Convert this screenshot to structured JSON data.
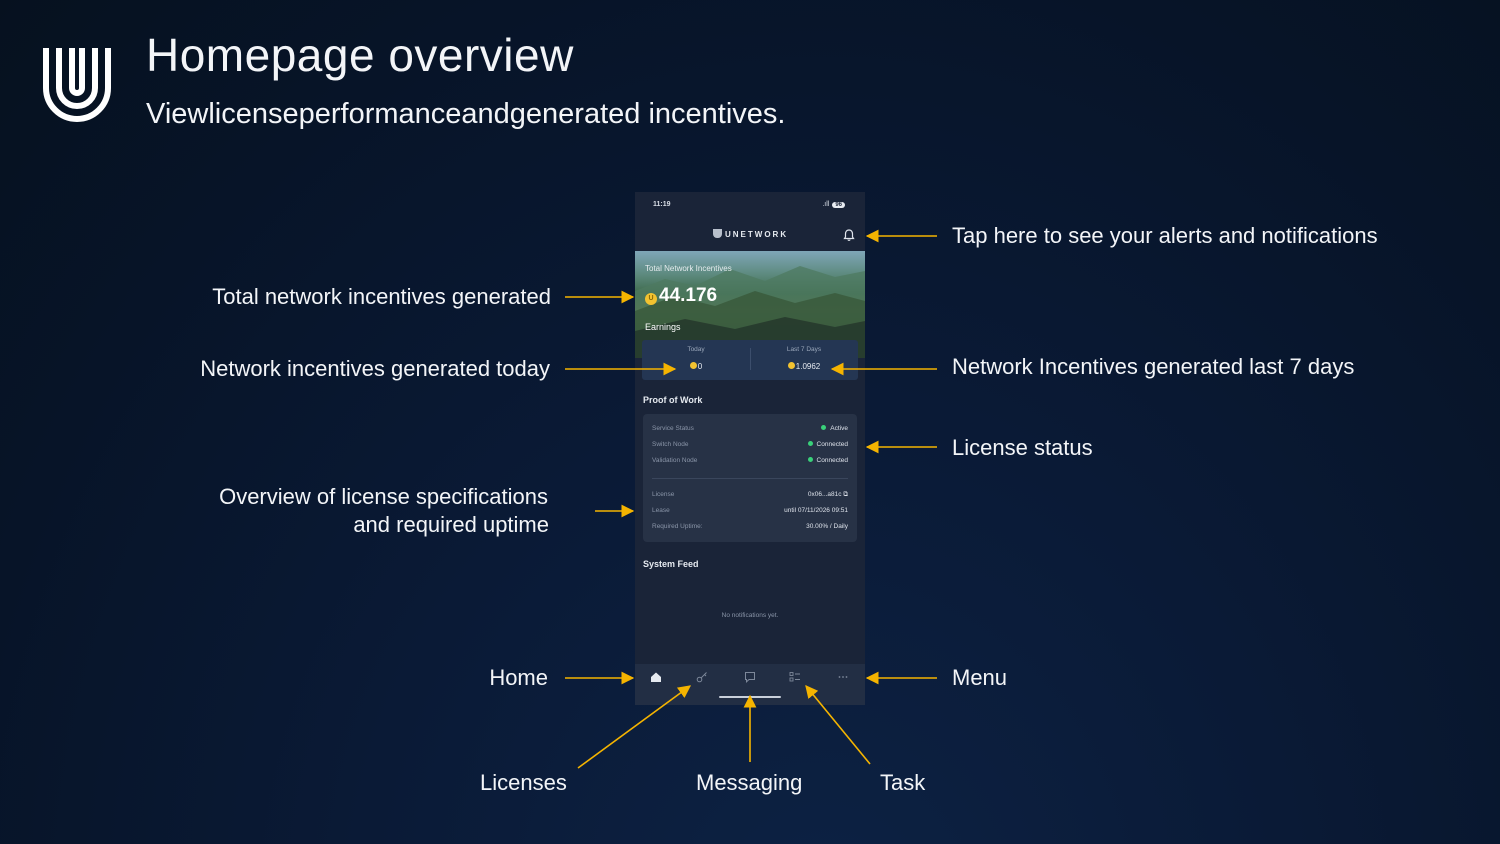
{
  "slide": {
    "title": "Homepage overview",
    "subtitle": "Viewlicenseperformanceandgenerated incentives."
  },
  "callouts": {
    "notifications": "Tap here to see your alerts and notifications",
    "total": "Total network incentives generated",
    "today": "Network incentives generated today",
    "last7": "Network Incentives generated last 7 days",
    "license_status": "License status",
    "specs_line1": "Overview of license specifications",
    "specs_line2": "and required uptime",
    "home": "Home",
    "menu": "Menu",
    "licenses": "Licenses",
    "messaging": "Messaging",
    "task": "Task"
  },
  "phone": {
    "time": "11:19",
    "battery": "96",
    "brand": "UNETWORK",
    "hero": {
      "caption": "Total Network Incentives",
      "amount": "44.176",
      "earnings_label": "Earnings"
    },
    "earnings": {
      "today_label": "Today",
      "today_value": "0",
      "last7_label": "Last 7 Days",
      "last7_value": "1.0962"
    },
    "proof_of_work": {
      "heading": "Proof of Work",
      "status_rows": [
        {
          "key": "Service Status",
          "value": "Active"
        },
        {
          "key": "Switch Node",
          "value": "Connected"
        },
        {
          "key": "Validation Node",
          "value": "Connected"
        }
      ],
      "spec_rows": [
        {
          "key": "License",
          "value": "0x06...a81c"
        },
        {
          "key": "Lease",
          "value": "until 07/11/2026 09:51"
        },
        {
          "key": "Required Uptime:",
          "value": "30.00% / Daily"
        }
      ]
    },
    "system_feed": {
      "heading": "System Feed",
      "empty": "No notifications yet."
    },
    "tabs": [
      "home-icon",
      "key-icon",
      "chat-icon",
      "checklist-icon",
      "more-icon"
    ]
  },
  "colors": {
    "accent_arrow": "#f5b400",
    "status_green": "#39d17a",
    "coin": "#f2c230"
  }
}
